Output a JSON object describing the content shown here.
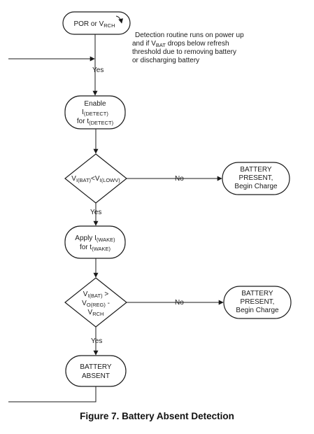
{
  "diagram": {
    "start": {
      "main": "POR or V",
      "sub": "RCH"
    },
    "note": {
      "line1": "Detection routine runs on power up",
      "line2_pre": "and if V",
      "line2_sub": "BAT",
      "line2_post": " drops below refresh",
      "line3": "threshold due to removing battery",
      "line4": "or discharging battery"
    },
    "enable": {
      "line1": "Enable",
      "line2_main": "I",
      "line2_sub": "(DETECT)",
      "line3_main": "for t",
      "line3_sub": "(DETECT)"
    },
    "decision1": {
      "a_main": "V",
      "a_sub": "I(BAT)",
      "op": "<V",
      "b_sub": "I(LOWV)"
    },
    "present1": {
      "line1": "BATTERY",
      "line2": "PRESENT,",
      "line3": "Begin Charge"
    },
    "wake": {
      "line1_main": "Apply I",
      "line1_sub": "(WAKE)",
      "line2_main": "for t",
      "line2_sub": "(WAKE)"
    },
    "decision2": {
      "l1_main": "V",
      "l1_sub": "I(BAT)",
      "l1_post": " >",
      "l2_main": "V",
      "l2_sub": "O(REG)",
      "l2_post": " -",
      "l3_main": "V",
      "l3_sub": "RCH"
    },
    "present2": {
      "line1": "BATTERY",
      "line2": "PRESENT,",
      "line3": "Begin Charge"
    },
    "absent": {
      "line1": "BATTERY",
      "line2": "ABSENT"
    },
    "labels": {
      "yes1": "Yes",
      "yes2": "Yes",
      "yes3": "Yes",
      "no1": "No",
      "no2": "No"
    }
  },
  "caption": "Figure 7.  Battery Absent Detection"
}
